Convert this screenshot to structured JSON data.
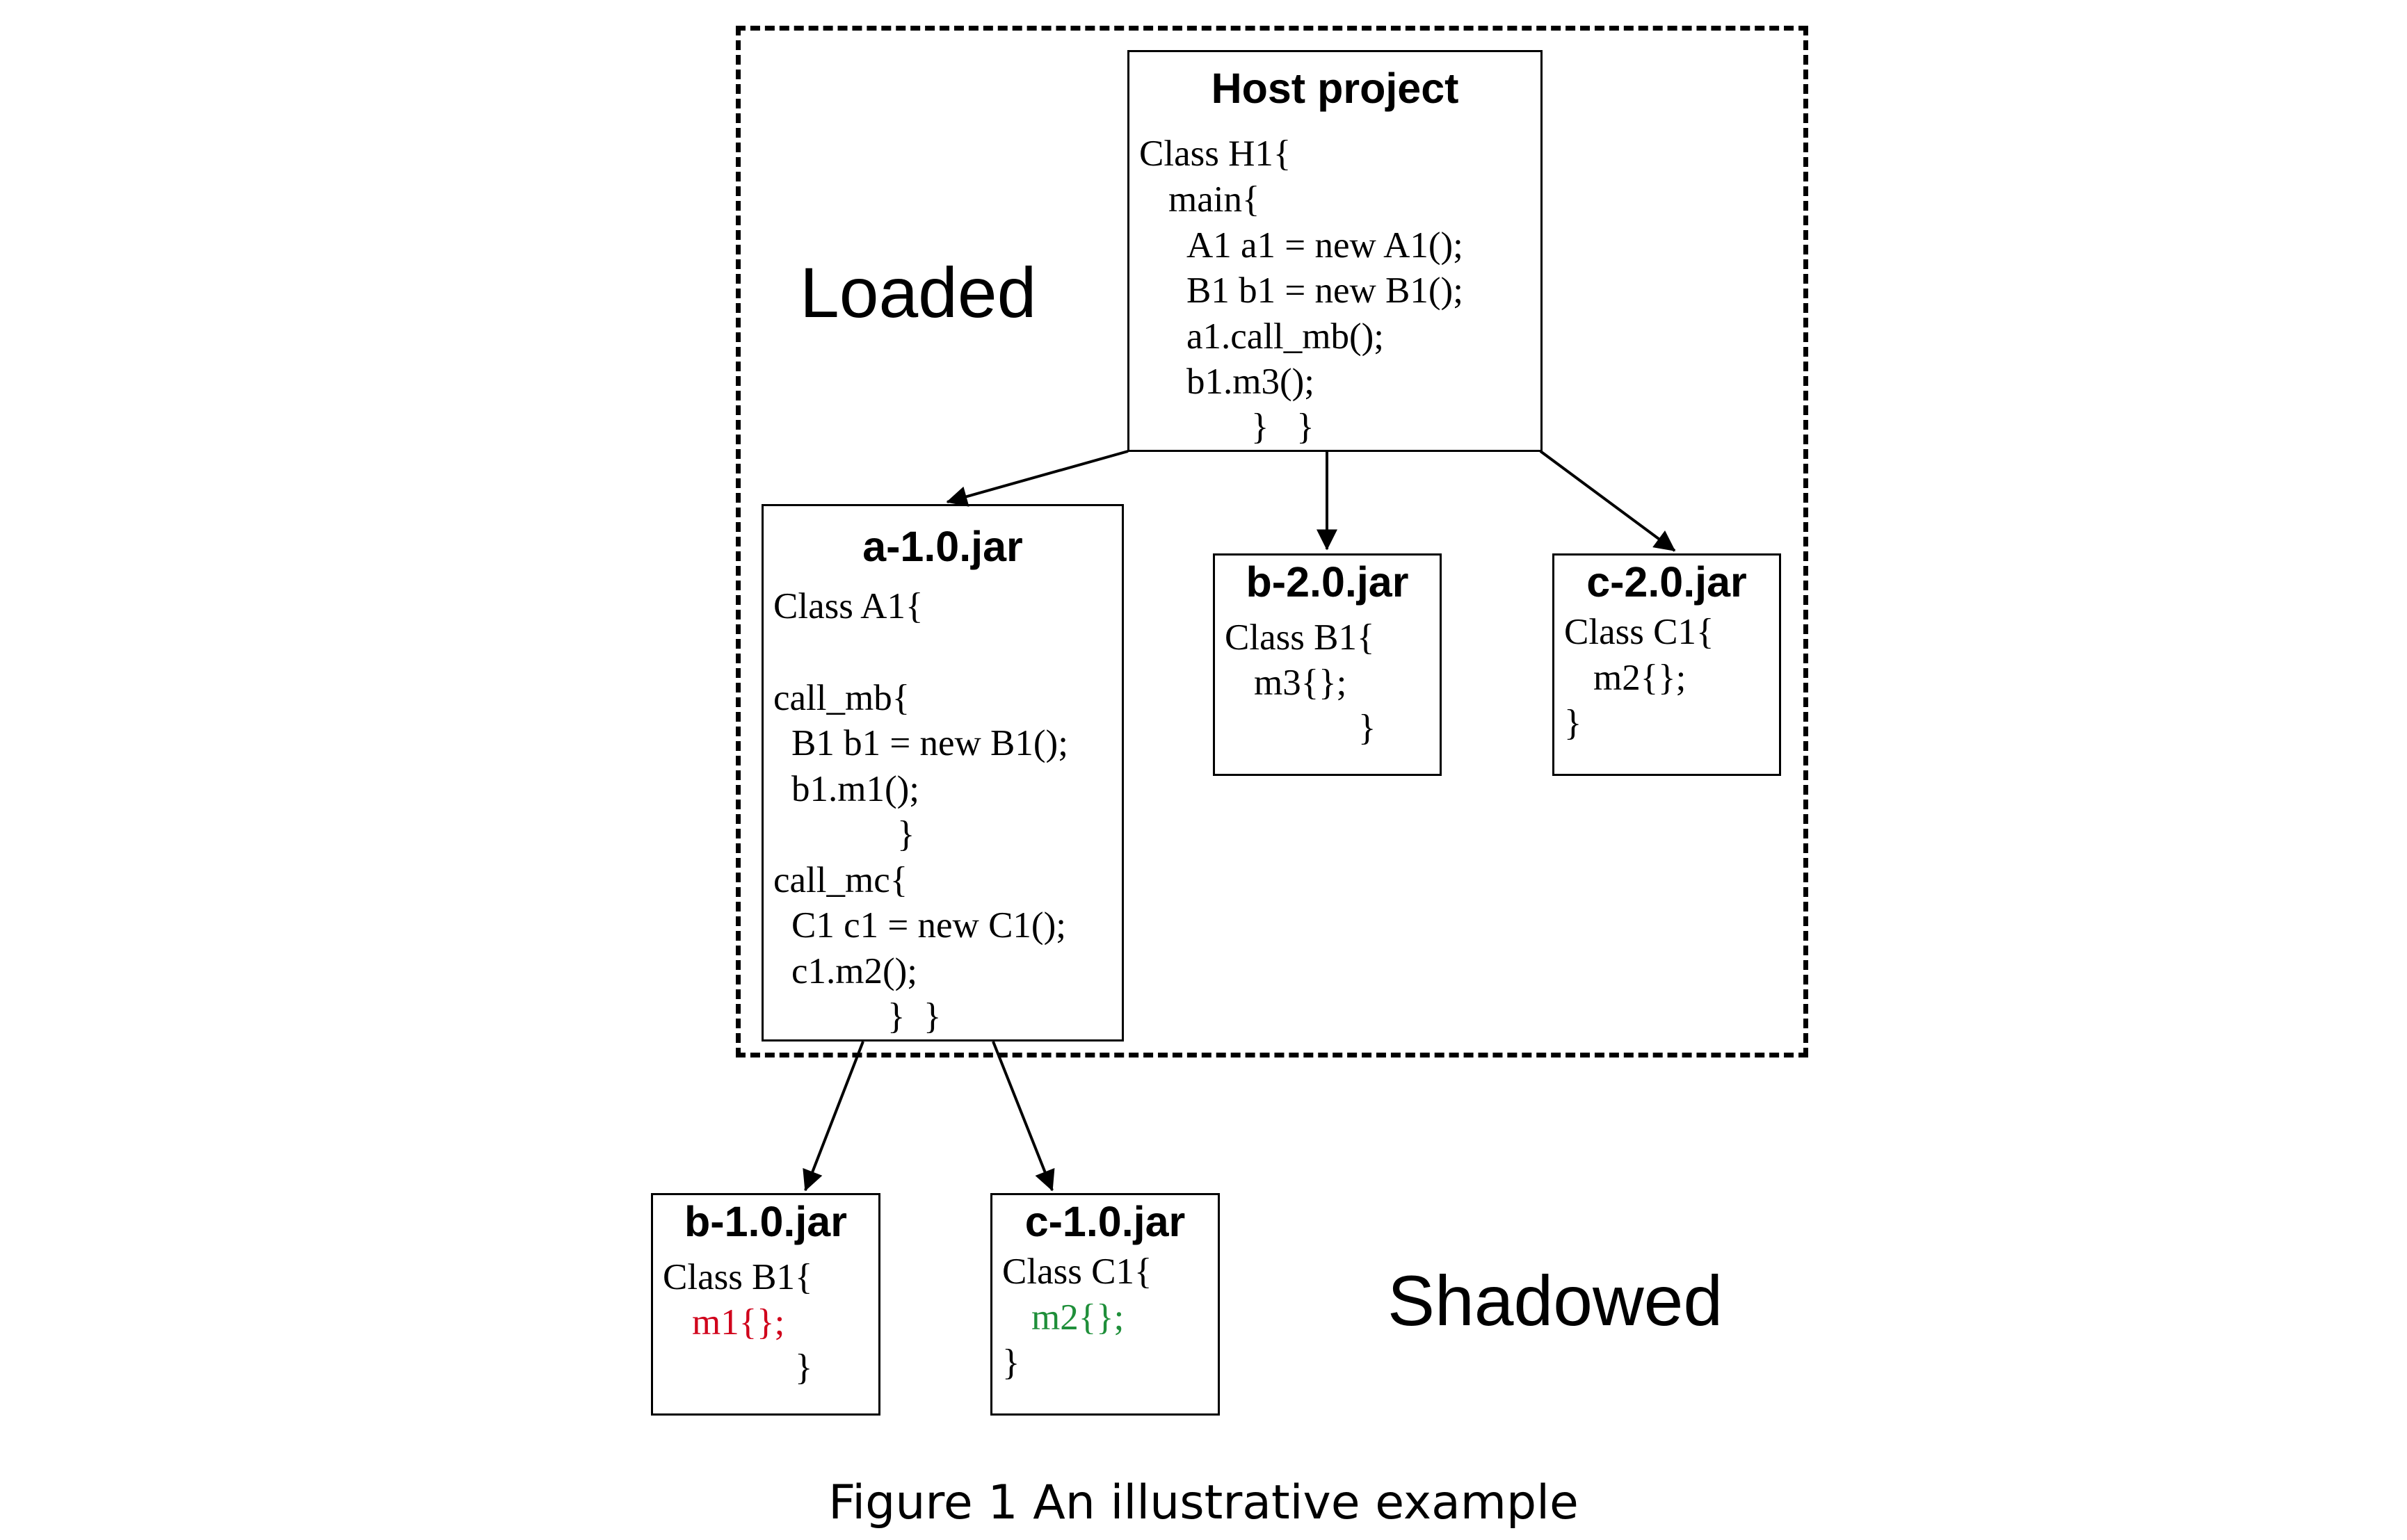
{
  "regions": {
    "loaded_label": "Loaded",
    "shadowed_label": "Shadowed"
  },
  "boxes": {
    "host": {
      "title": "Host project",
      "lines": [
        "Class H1{",
        "main{",
        "A1 a1 = new A1();",
        "B1 b1 = new B1();",
        "a1.call_mb();",
        "b1.m3();",
        "}   }"
      ]
    },
    "a10": {
      "title": "a-1.0.jar",
      "lines": [
        "Class A1{",
        "call_mb{",
        "B1 b1 = new B1();",
        "b1.m1();",
        "}",
        "call_mc{",
        "C1 c1 = new C1();",
        "c1.m2();",
        "}  }"
      ]
    },
    "b20": {
      "title": "b-2.0.jar",
      "lines": [
        "Class B1{",
        "m3{};",
        "}"
      ]
    },
    "c20": {
      "title": "c-2.0.jar",
      "lines": [
        "Class C1{",
        "m2{};",
        "}"
      ]
    },
    "b10": {
      "title": "b-1.0.jar",
      "lines": [
        "Class B1{",
        "m1{};",
        "}"
      ]
    },
    "c10": {
      "title": "c-1.0.jar",
      "lines": [
        "Class C1{",
        "m2{};",
        "}"
      ]
    }
  },
  "colors": {
    "shadowed_method_red": "#d0021b",
    "shadowed_method_green": "#1f8f3a"
  },
  "caption": "Figure 1 An illustrative example"
}
